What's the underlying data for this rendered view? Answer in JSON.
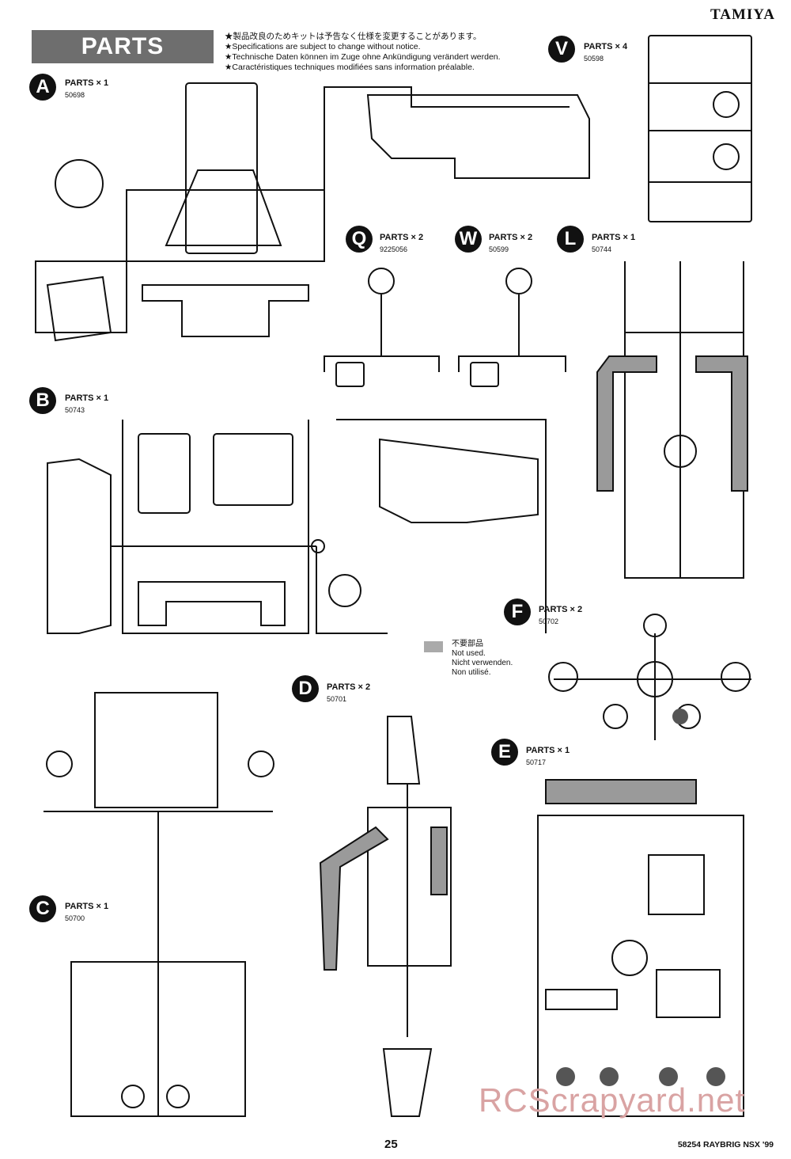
{
  "header": {
    "brand": "TAMIYA",
    "banner": "PARTS",
    "notes": [
      "★製品改良のためキットは予告なく仕様を変更することがあります。",
      "★Specifications are subject to change without notice.",
      "★Technische Daten können im Zuge ohne Ankündigung verändert werden.",
      "★Caractéristiques techniques modifiées sans information préalable."
    ]
  },
  "trees": {
    "A": {
      "letter": "A",
      "label": "PARTS × 1",
      "number": "50698"
    },
    "B": {
      "letter": "B",
      "label": "PARTS × 1",
      "number": "50743"
    },
    "C": {
      "letter": "C",
      "label": "PARTS × 1",
      "number": "50700"
    },
    "D": {
      "letter": "D",
      "label": "PARTS × 2",
      "number": "50701"
    },
    "E": {
      "letter": "E",
      "label": "PARTS × 1",
      "number": "50717"
    },
    "F": {
      "letter": "F",
      "label": "PARTS × 2",
      "number": "50702"
    },
    "L": {
      "letter": "L",
      "label": "PARTS × 1",
      "number": "50744"
    },
    "Q": {
      "letter": "Q",
      "label": "PARTS × 2",
      "number": "9225056"
    },
    "V": {
      "letter": "V",
      "label": "PARTS × 4",
      "number": "50598"
    },
    "W": {
      "letter": "W",
      "label": "PARTS × 2",
      "number": "50599"
    }
  },
  "not_used": {
    "jp": "不要部品",
    "en": "Not used.",
    "de": "Nicht verwenden.",
    "fr": "Non utilisé."
  },
  "footer": {
    "page_number": "25",
    "model": "58254 RAYBRIG NSX '99",
    "watermark": "RCScrapyard.net"
  }
}
